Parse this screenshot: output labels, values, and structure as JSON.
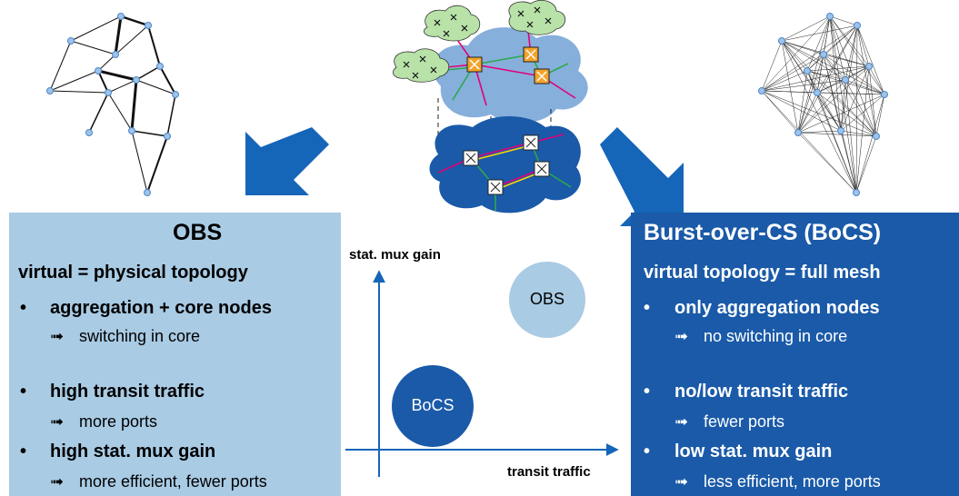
{
  "colors": {
    "panel_left_bg": "#a9cbe4",
    "panel_right_bg": "#1a5aa8",
    "arrow_blue": "#1565b8",
    "cloud_light": "#86afdc",
    "cloud_dark": "#1a5aa8",
    "bubble_obs": "#a9cbe4",
    "bubble_bocs": "#1a5aa8"
  },
  "left_panel": {
    "title": "OBS",
    "subtitle": "virtual = physical topology",
    "items": [
      {
        "bullet": "•",
        "label": "aggregation + core nodes",
        "arrow": "➟",
        "detail": "switching in core"
      },
      {
        "bullet": "•",
        "label": "high transit traffic",
        "arrow": "➟",
        "detail": "more ports"
      },
      {
        "bullet": "•",
        "label": "high stat. mux gain",
        "arrow": "➟",
        "detail": "more efficient, fewer ports"
      }
    ]
  },
  "right_panel": {
    "title": "Burst-over-CS (BoCS)",
    "subtitle": "virtual topology = full mesh",
    "items": [
      {
        "bullet": "•",
        "label": "only aggregation nodes",
        "arrow": "➟",
        "detail": "no switching in core"
      },
      {
        "bullet": "•",
        "label": "no/low transit traffic",
        "arrow": "➟",
        "detail": "fewer ports"
      },
      {
        "bullet": "•",
        "label": "low stat. mux gain",
        "arrow": "➟",
        "detail": "less efficient, more ports"
      }
    ]
  },
  "center_chart": {
    "y_label": "stat. mux gain",
    "x_label": "transit traffic",
    "bubble_obs": "OBS",
    "bubble_bocs": "BoCS"
  }
}
